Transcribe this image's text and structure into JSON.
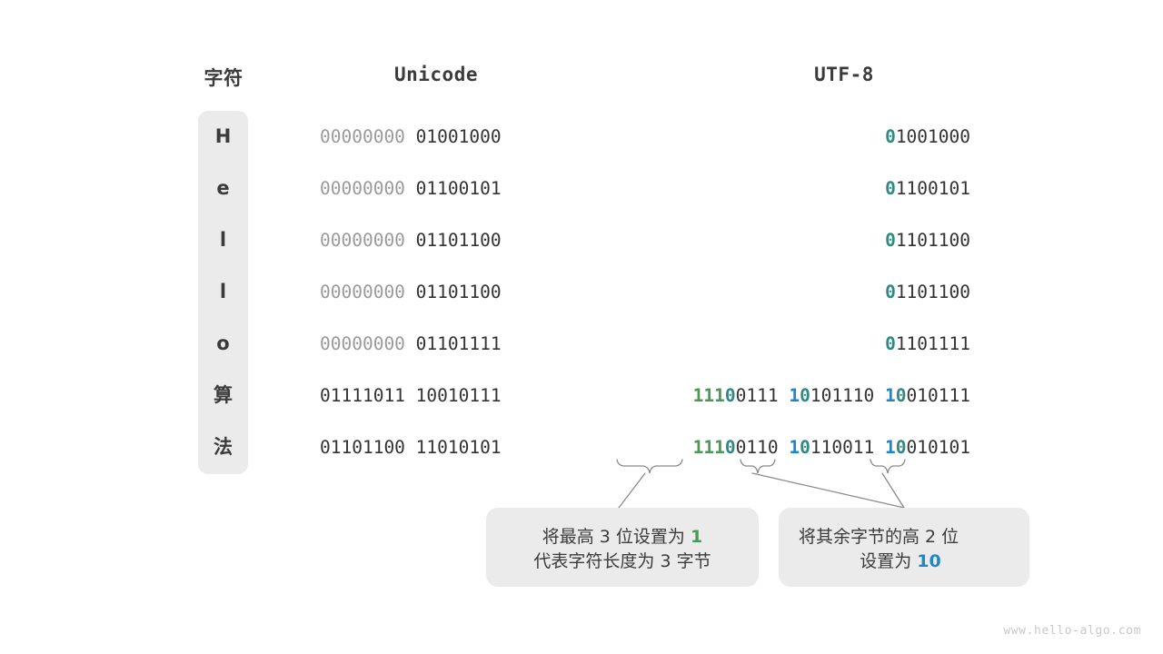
{
  "headers": {
    "character": "字符",
    "unicode": "Unicode",
    "utf8": "UTF-8"
  },
  "colors": {
    "background": "#ffffff",
    "cell_fill": "#ebebeb",
    "text_dark": "#333333",
    "text_dim": "#9a9a9a",
    "teal": "#2e8b83",
    "green": "#4a9a55",
    "blue": "#1f87c9",
    "connector": "#8a8a8a",
    "watermark": "#c9c9c9"
  },
  "rows": [
    {
      "char": "H",
      "unicode": {
        "byte1": "00000000",
        "byte2": "01001000"
      },
      "utf8": [
        {
          "prefix": "0",
          "prefix_color": "teal",
          "rest": "1001000"
        }
      ]
    },
    {
      "char": "e",
      "unicode": {
        "byte1": "00000000",
        "byte2": "01100101"
      },
      "utf8": [
        {
          "prefix": "0",
          "prefix_color": "teal",
          "rest": "1100101"
        }
      ]
    },
    {
      "char": "l",
      "unicode": {
        "byte1": "00000000",
        "byte2": "01101100"
      },
      "utf8": [
        {
          "prefix": "0",
          "prefix_color": "teal",
          "rest": "1101100"
        }
      ]
    },
    {
      "char": "l",
      "unicode": {
        "byte1": "00000000",
        "byte2": "01101100"
      },
      "utf8": [
        {
          "prefix": "0",
          "prefix_color": "teal",
          "rest": "1101100"
        }
      ]
    },
    {
      "char": "o",
      "unicode": {
        "byte1": "00000000",
        "byte2": "01101111"
      },
      "utf8": [
        {
          "prefix": "0",
          "prefix_color": "teal",
          "rest": "1101111"
        }
      ]
    },
    {
      "char": "算",
      "unicode": {
        "byte1": "01111011",
        "byte2": "10010111"
      },
      "utf8": [
        {
          "prefix": "111",
          "prefix_color": "green",
          "zero": "0",
          "rest": "0111"
        },
        {
          "prefix": "1",
          "prefix_color": "blue",
          "zero": "0",
          "rest": "101110"
        },
        {
          "prefix": "1",
          "prefix_color": "blue",
          "zero": "0",
          "rest": "010111"
        }
      ]
    },
    {
      "char": "法",
      "unicode": {
        "byte1": "01101100",
        "byte2": "11010101"
      },
      "utf8": [
        {
          "prefix": "111",
          "prefix_color": "green",
          "zero": "0",
          "rest": "0110"
        },
        {
          "prefix": "1",
          "prefix_color": "blue",
          "zero": "0",
          "rest": "110011"
        },
        {
          "prefix": "1",
          "prefix_color": "blue",
          "zero": "0",
          "rest": "010101"
        }
      ]
    }
  ],
  "callouts": [
    {
      "id": "callout-1",
      "line1_pre": "将最高 3 位设置为 ",
      "line1_highlight": "1",
      "line1_highlight_color": "green",
      "line2": "代表字符长度为 3 字节"
    },
    {
      "id": "callout-2",
      "line1": "将其余字节的高 2 位",
      "line2_pre": "设置为 ",
      "line2_highlight": "10",
      "line2_highlight_color": "blue"
    }
  ],
  "watermark": "www.hello-algo.com"
}
